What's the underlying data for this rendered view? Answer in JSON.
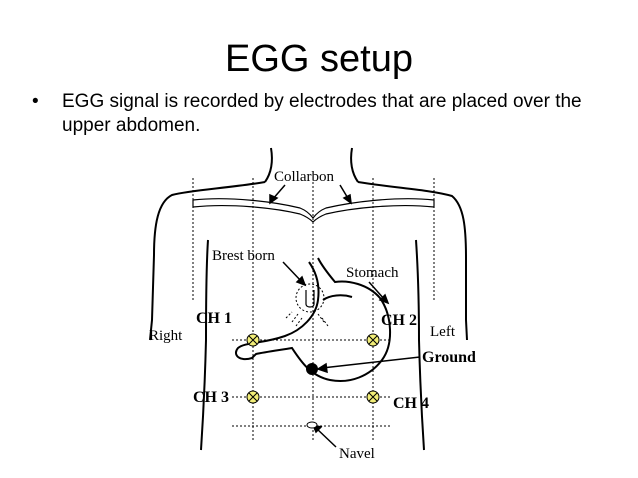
{
  "slide": {
    "title": "EGG setup",
    "bullet_symbol": "•",
    "bullet_text": "EGG signal is recorded by electrodes that are placed over the upper abdomen."
  },
  "diagram": {
    "labels": {
      "collarbone": "Collarbon",
      "breast_bone": "Brest born",
      "stomach": "Stomach",
      "ch1": "CH 1",
      "ch2": "CH 2",
      "ch3": "CH 3",
      "ch4": "CH 4",
      "right": "Right",
      "left": "Left",
      "ground": "Ground",
      "navel": "Navel"
    },
    "colors": {
      "electrode_fill": "#f2ee78",
      "ground_fill": "#000000",
      "line": "#000000"
    }
  }
}
